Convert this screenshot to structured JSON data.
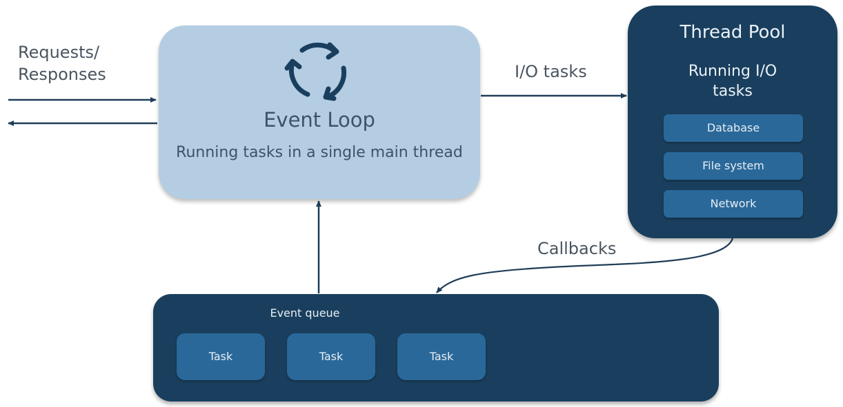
{
  "labels": {
    "requests_responses": [
      "Requests/",
      "Responses"
    ],
    "io_tasks": "I/O tasks",
    "callbacks": "Callbacks"
  },
  "event_loop": {
    "title": "Event Loop",
    "subtitle": "Running tasks in a single main thread",
    "icon": "refresh-cycle-icon"
  },
  "thread_pool": {
    "title": "Thread Pool",
    "subtitle_lines": [
      "Running I/O",
      "tasks"
    ],
    "items": [
      {
        "label": "Database"
      },
      {
        "label": "File system"
      },
      {
        "label": "Network"
      }
    ]
  },
  "event_queue": {
    "title": "Event queue",
    "tasks": [
      {
        "label": "Task"
      },
      {
        "label": "Task"
      },
      {
        "label": "Task"
      }
    ]
  },
  "colors": {
    "dark_navy": "#1a3f5e",
    "task_blue": "#2a6899",
    "light_blue": "#b4cde2",
    "arrow": "#1f3d58"
  }
}
